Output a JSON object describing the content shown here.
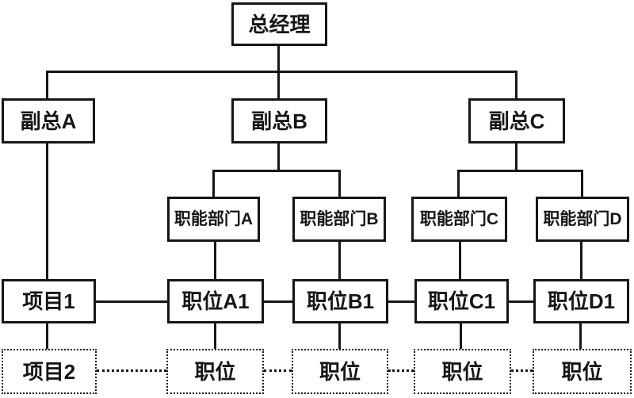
{
  "diagram": {
    "type": "org-chart",
    "colors": {
      "background": "#ffffff",
      "line": "#161616",
      "text": "#161616"
    },
    "nodes": {
      "gm": {
        "label": "总经理"
      },
      "vpA": {
        "label": "副总A"
      },
      "vpB": {
        "label": "副总B"
      },
      "vpC": {
        "label": "副总C"
      },
      "deptA": {
        "label": "职能部门A"
      },
      "deptB": {
        "label": "职能部门B"
      },
      "deptC": {
        "label": "职能部门C"
      },
      "deptD": {
        "label": "职能部门D"
      },
      "proj1": {
        "label": "项目1"
      },
      "posA1": {
        "label": "职位A1"
      },
      "posB1": {
        "label": "职位B1"
      },
      "posC1": {
        "label": "职位C1"
      },
      "posD1": {
        "label": "职位D1"
      },
      "proj2": {
        "label": "项目2"
      },
      "posA2": {
        "label": "职位"
      },
      "posB2": {
        "label": "职位"
      },
      "posC2": {
        "label": "职位"
      },
      "posD2": {
        "label": "职位"
      }
    },
    "edges": [
      {
        "from": "gm",
        "to": "vpA",
        "style": "solid"
      },
      {
        "from": "gm",
        "to": "vpB",
        "style": "solid"
      },
      {
        "from": "gm",
        "to": "vpC",
        "style": "solid"
      },
      {
        "from": "vpA",
        "to": "proj1",
        "style": "solid"
      },
      {
        "from": "vpB",
        "to": "deptA",
        "style": "solid"
      },
      {
        "from": "vpB",
        "to": "deptB",
        "style": "solid"
      },
      {
        "from": "vpC",
        "to": "deptC",
        "style": "solid"
      },
      {
        "from": "vpC",
        "to": "deptD",
        "style": "solid"
      },
      {
        "from": "deptA",
        "to": "posA1",
        "style": "solid"
      },
      {
        "from": "deptB",
        "to": "posB1",
        "style": "solid"
      },
      {
        "from": "deptC",
        "to": "posC1",
        "style": "solid"
      },
      {
        "from": "deptD",
        "to": "posD1",
        "style": "solid"
      },
      {
        "from": "proj1",
        "to": "posA1",
        "style": "solid"
      },
      {
        "from": "posA1",
        "to": "posB1",
        "style": "solid"
      },
      {
        "from": "posB1",
        "to": "posC1",
        "style": "solid"
      },
      {
        "from": "posC1",
        "to": "posD1",
        "style": "solid"
      },
      {
        "from": "proj1",
        "to": "proj2",
        "style": "solid"
      },
      {
        "from": "posA1",
        "to": "posA2",
        "style": "solid"
      },
      {
        "from": "posB1",
        "to": "posB2",
        "style": "solid"
      },
      {
        "from": "posC1",
        "to": "posC2",
        "style": "solid"
      },
      {
        "from": "posD1",
        "to": "posD2",
        "style": "solid"
      },
      {
        "from": "proj2",
        "to": "posA2",
        "style": "dotted"
      },
      {
        "from": "posA2",
        "to": "posB2",
        "style": "dotted"
      },
      {
        "from": "posB2",
        "to": "posC2",
        "style": "dotted"
      },
      {
        "from": "posC2",
        "to": "posD2",
        "style": "dotted"
      }
    ]
  }
}
